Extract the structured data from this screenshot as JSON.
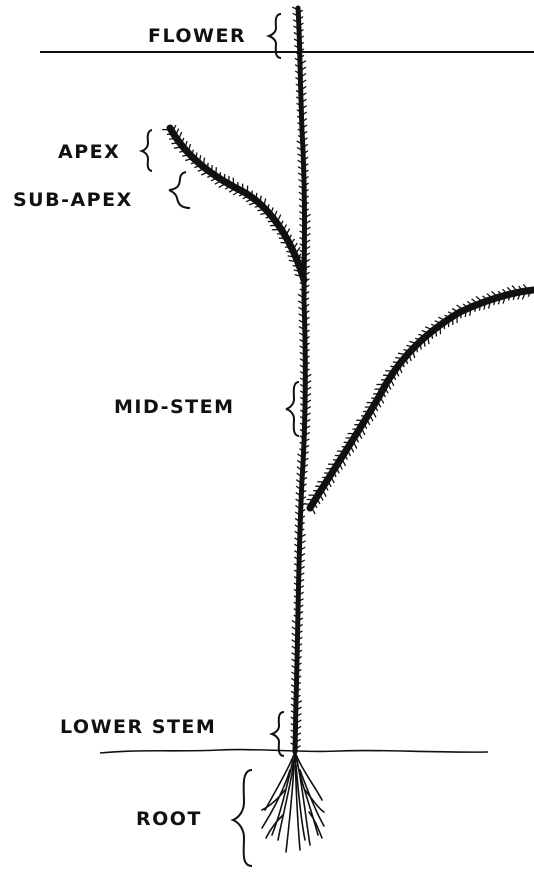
{
  "diagram": {
    "labels": {
      "flower": "FLOWER",
      "apex": "APEX",
      "sub_apex": "SUB-APEX",
      "mid_stem": "MID-STEM",
      "lower_stem": "LOWER STEM",
      "root": "ROOT"
    },
    "colors": {
      "ink": "#111111",
      "background": "#ffffff"
    }
  }
}
